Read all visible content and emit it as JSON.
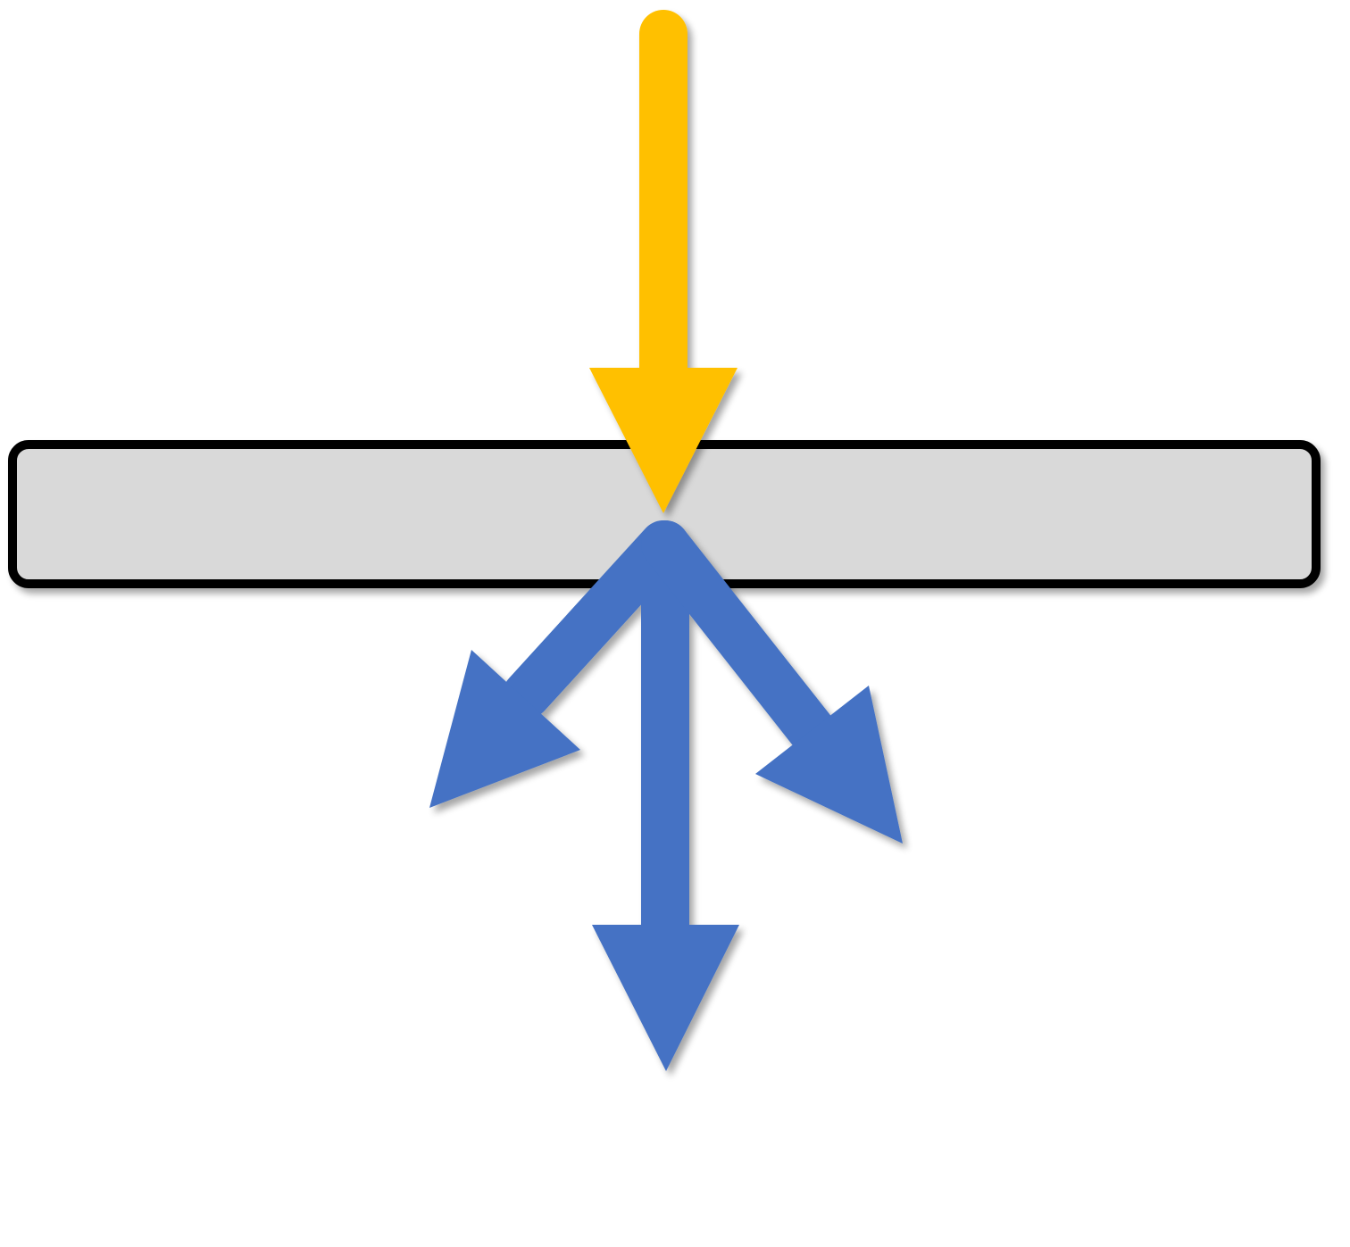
{
  "diagram": {
    "elements": [
      "surface",
      "incident-arrow",
      "scattered-arrows"
    ],
    "colors": {
      "background": "#ffffff",
      "surface_fill": "#d9d9d9",
      "surface_stroke": "#000000",
      "incident_arrow": "#ffc000",
      "scattered_arrows": "#4472c4",
      "shadow": "#9a9a9a"
    },
    "scattered_arrow_count": 3
  }
}
